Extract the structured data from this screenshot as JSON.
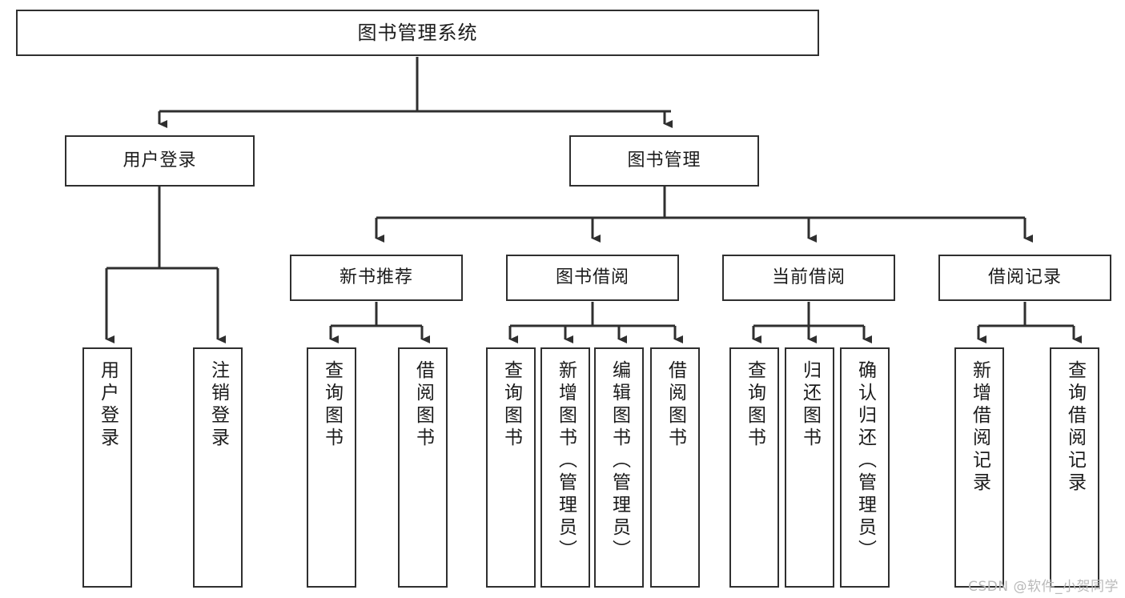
{
  "diagram": {
    "title": "图书管理系统",
    "type": "tree",
    "watermark": "CSDN @软件_小贺同学",
    "colors": {
      "box_border": "#2f2f2f",
      "box_fill": "#ffffff",
      "line": "#2f2f2f",
      "text": "#1b1b1b",
      "watermark": "#b9b9b9"
    },
    "root": {
      "label": "图书管理系统"
    },
    "level2": [
      {
        "label": "用户登录"
      },
      {
        "label": "图书管理"
      }
    ],
    "level3": [
      {
        "label": "新书推荐"
      },
      {
        "label": "图书借阅"
      },
      {
        "label": "当前借阅"
      },
      {
        "label": "借阅记录"
      }
    ],
    "leaves": {
      "user_login": [
        {
          "label": "用户登录"
        },
        {
          "label": "注销登录"
        }
      ],
      "new_book": [
        {
          "label": "查询图书"
        },
        {
          "label": "借阅图书"
        }
      ],
      "borrow_book": [
        {
          "label": "查询图书"
        },
        {
          "label": "新增图书（管理员）"
        },
        {
          "label": "编辑图书（管理员）"
        },
        {
          "label": "借阅图书"
        }
      ],
      "current_borrow": [
        {
          "label": "查询图书"
        },
        {
          "label": "归还图书"
        },
        {
          "label": "确认归还（管理员）"
        }
      ],
      "borrow_record": [
        {
          "label": "新增借阅记录"
        },
        {
          "label": "查询借阅记录"
        }
      ]
    }
  }
}
